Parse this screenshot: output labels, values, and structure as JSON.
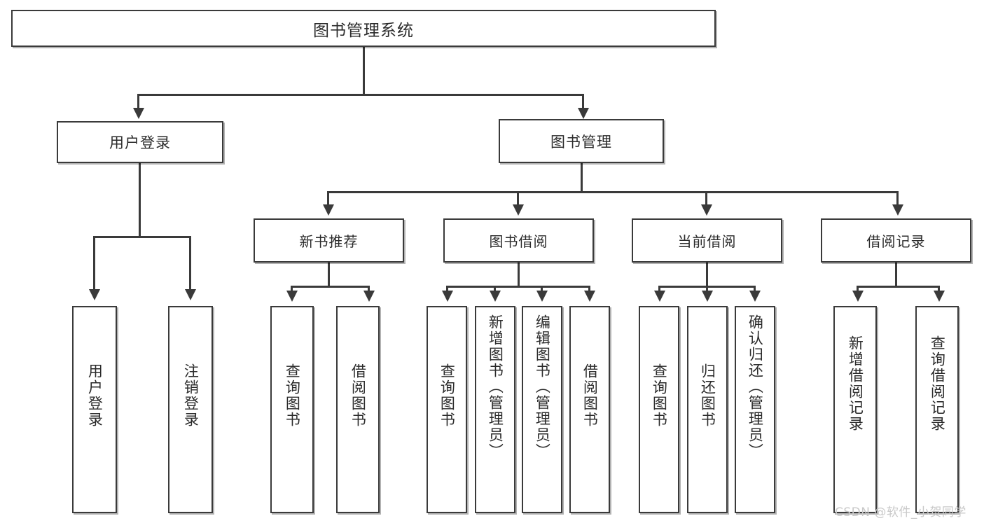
{
  "diagram": {
    "title": "图书管理系统",
    "type": "功能结构图",
    "root": {
      "label": "图书管理系统"
    },
    "level1": [
      {
        "label": "用户登录"
      },
      {
        "label": "图书管理"
      }
    ],
    "level2": [
      {
        "label": "新书推荐"
      },
      {
        "label": "图书借阅"
      },
      {
        "label": "当前借阅"
      },
      {
        "label": "借阅记录"
      }
    ],
    "leaves": {
      "user_login": [
        {
          "label": "用户登录"
        },
        {
          "label": "注销登录"
        }
      ],
      "new_book_recommend": [
        {
          "label": "查询图书"
        },
        {
          "label": "借阅图书"
        }
      ],
      "book_borrow": [
        {
          "label": "查询图书"
        },
        {
          "label": "新增图书（管理员）"
        },
        {
          "label": "编辑图书（管理员）"
        },
        {
          "label": "借阅图书"
        }
      ],
      "current_borrow": [
        {
          "label": "查询图书"
        },
        {
          "label": "归还图书"
        },
        {
          "label": "确认归还（管理员）"
        }
      ],
      "borrow_record": [
        {
          "label": "新增借阅记录"
        },
        {
          "label": "查询借阅记录"
        }
      ]
    }
  },
  "watermark": {
    "text": "CSDN @软件_小贺同学"
  },
  "colors": {
    "stroke": "#3a3a3a",
    "fill": "#ffffff",
    "text": "#2b2b2b",
    "watermark": "#c9c9c9"
  }
}
